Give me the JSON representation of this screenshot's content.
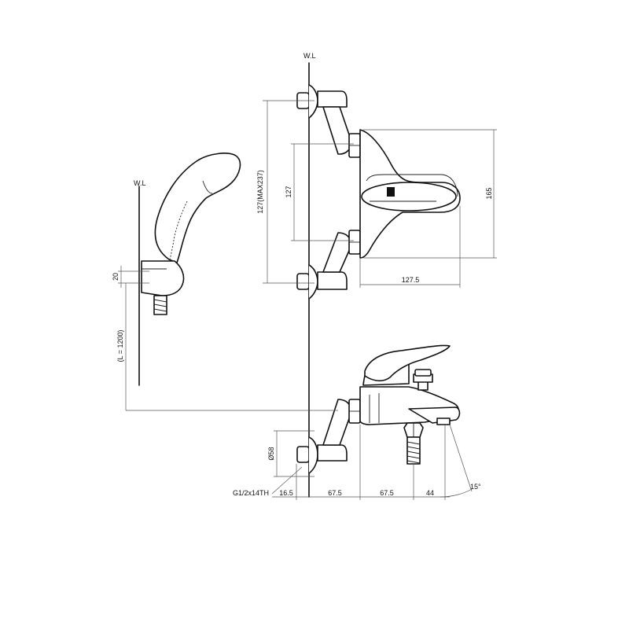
{
  "labels": {
    "wall_line_top": "W.L",
    "wall_line_left": "W.L",
    "height_total": "127(MAX237)",
    "height_inner": "127",
    "height_body": "165",
    "depth_top": "127.5",
    "holder_20": "20",
    "hose_length": "(L = 1200)",
    "diameter": "Ø58",
    "thread": "G1/2x14TH",
    "d_16_5": "16.5",
    "d_67_5_a": "67.5",
    "d_67_5_b": "67.5",
    "d_44": "44",
    "angle": "15°"
  }
}
